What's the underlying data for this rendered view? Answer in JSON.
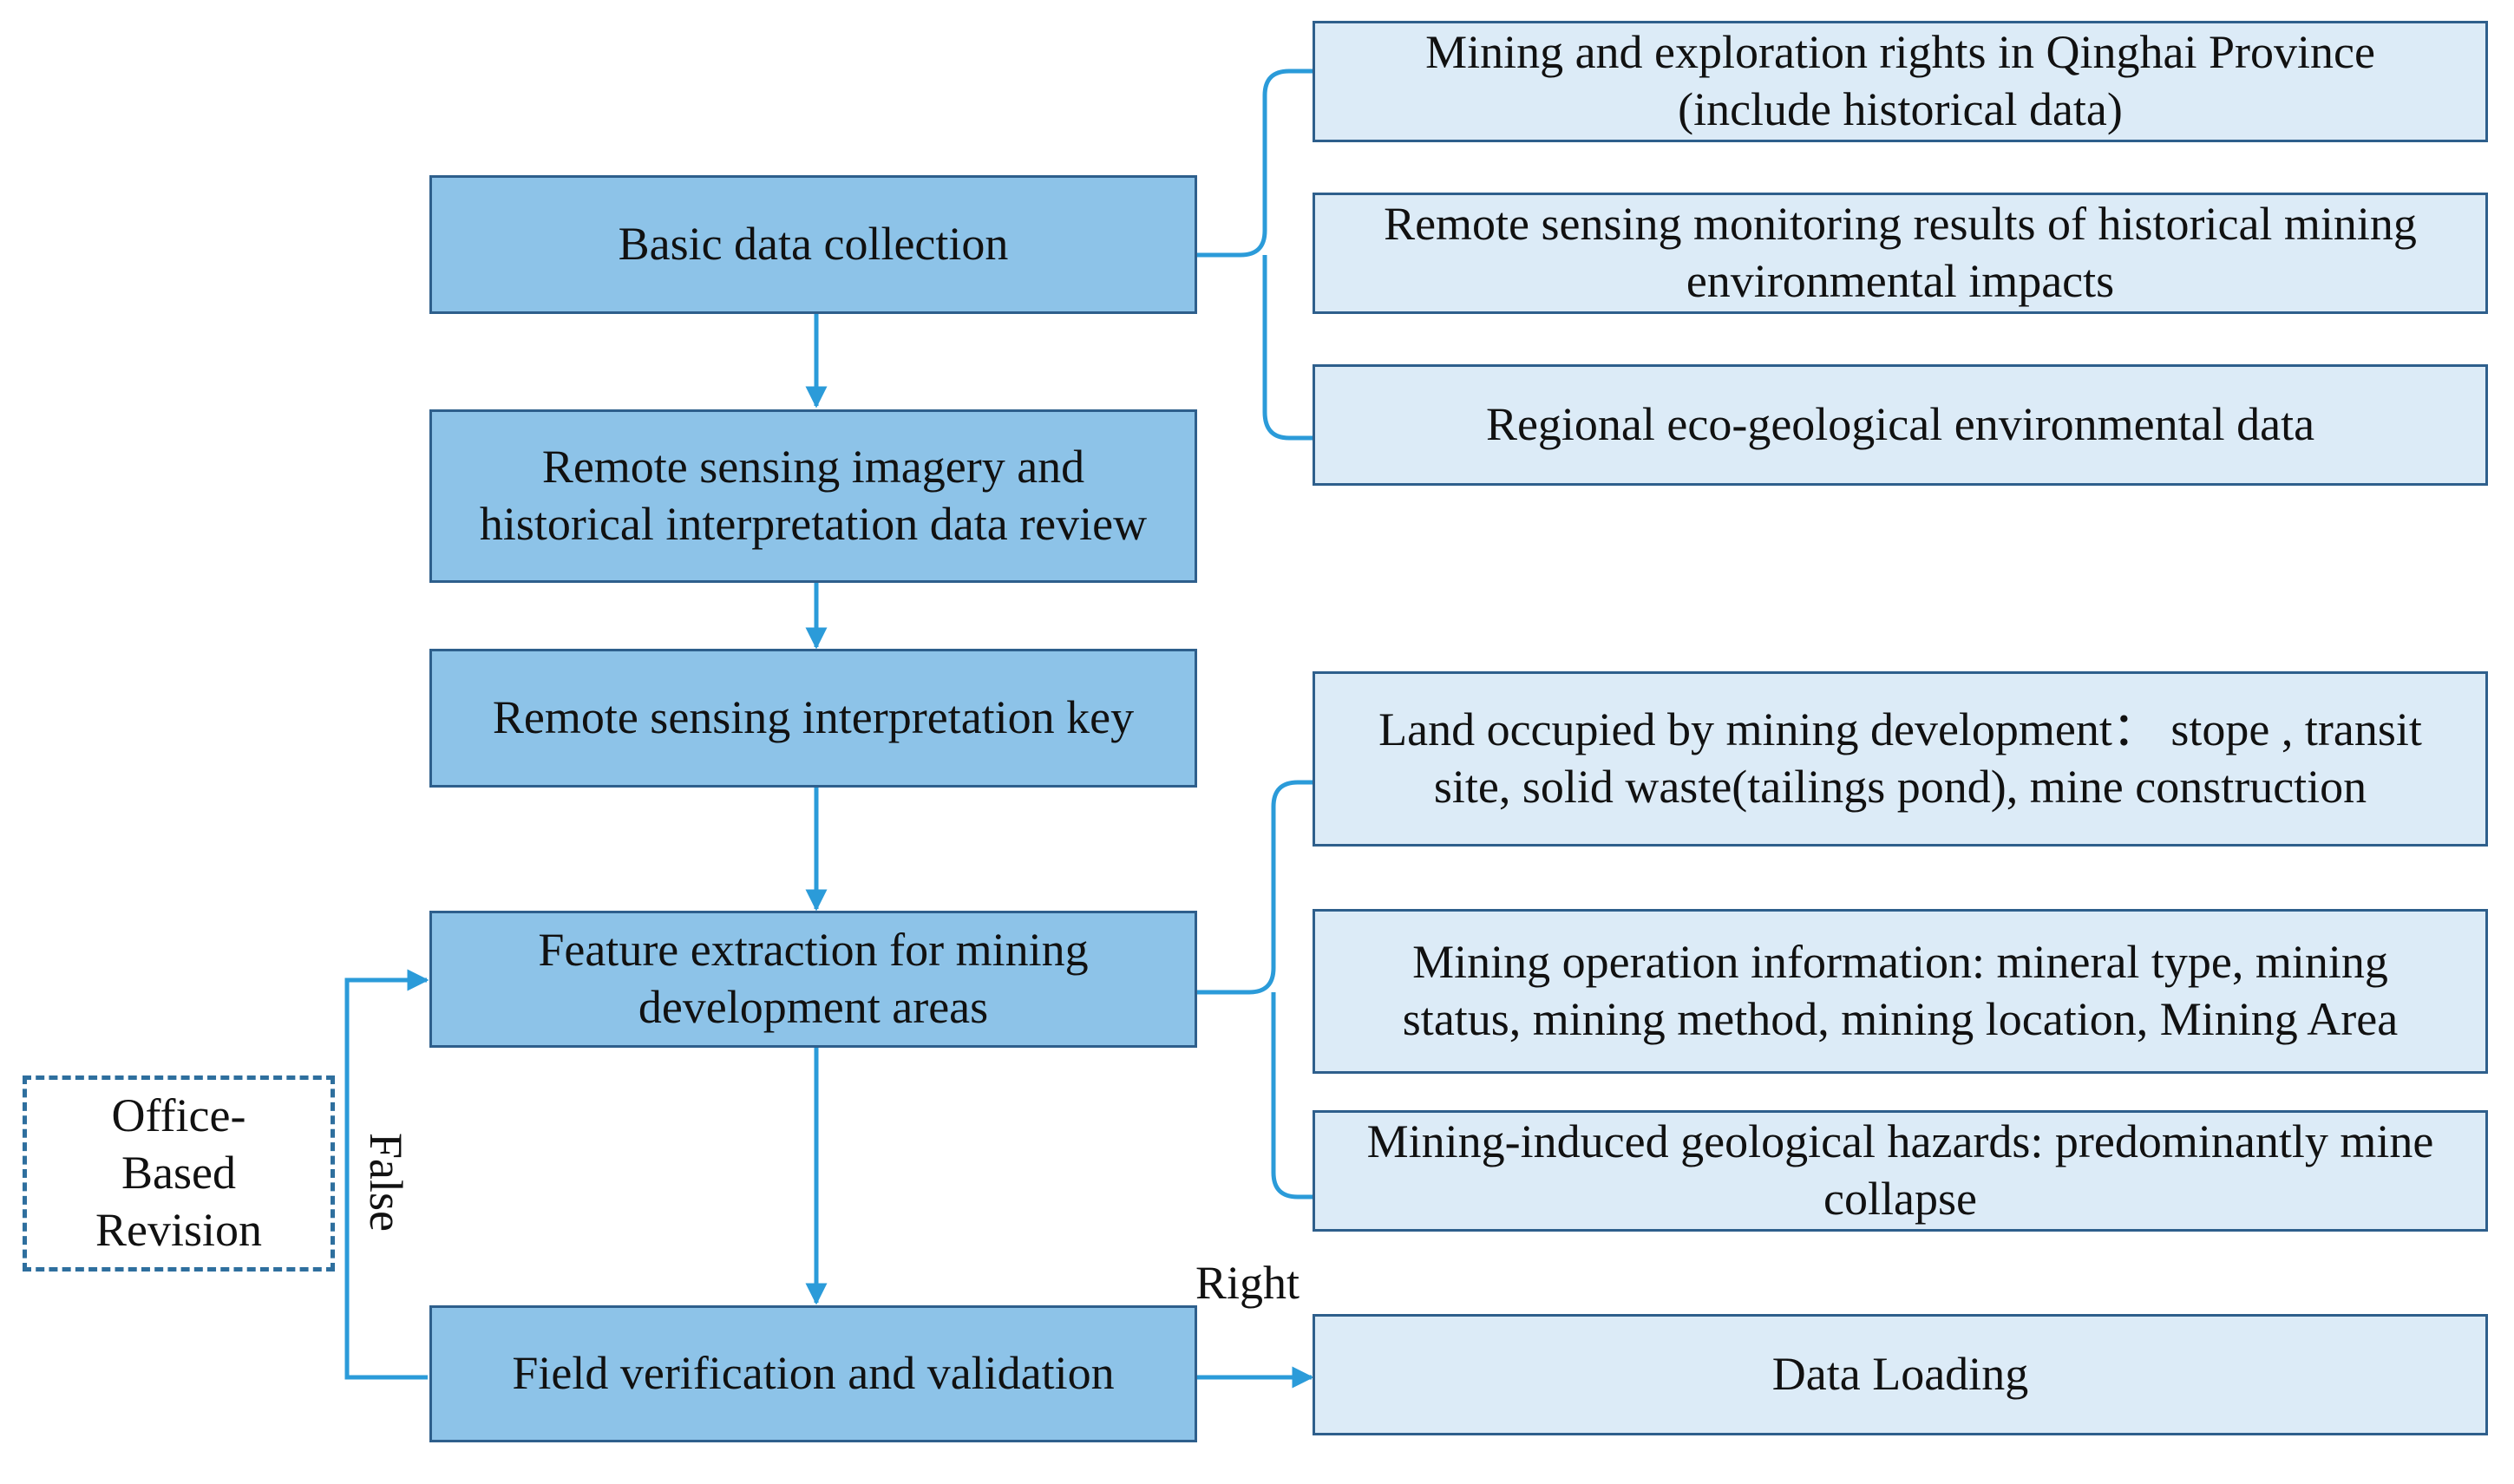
{
  "flow": {
    "basic": "Basic data collection",
    "review": "Remote sensing imagery and historical interpretation data review",
    "key": "Remote sensing interpretation key",
    "extraction": "Feature extraction for mining development areas",
    "field": "Field verification and validation",
    "office": "Office-Based Revision",
    "loading": "Data Loading"
  },
  "data_sources": [
    "Mining and exploration rights in Qinghai Province (include historical data)",
    "Remote sensing monitoring results of historical mining environmental impacts",
    "Regional eco-geological environmental data"
  ],
  "features": [
    "Land occupied by mining development： stope , transit site, solid waste(tailings pond), mine construction",
    "Mining operation information: mineral type, mining status, mining method, mining location, Mining Area",
    "Mining-induced geological hazards: predominantly mine collapse"
  ],
  "edge_labels": {
    "false": "False",
    "right": "Right"
  },
  "colors": {
    "main_fill": "#8dc3e8",
    "side_fill": "#dcebf7",
    "border": "#2e5f8c",
    "connector": "#2b9bd9"
  }
}
